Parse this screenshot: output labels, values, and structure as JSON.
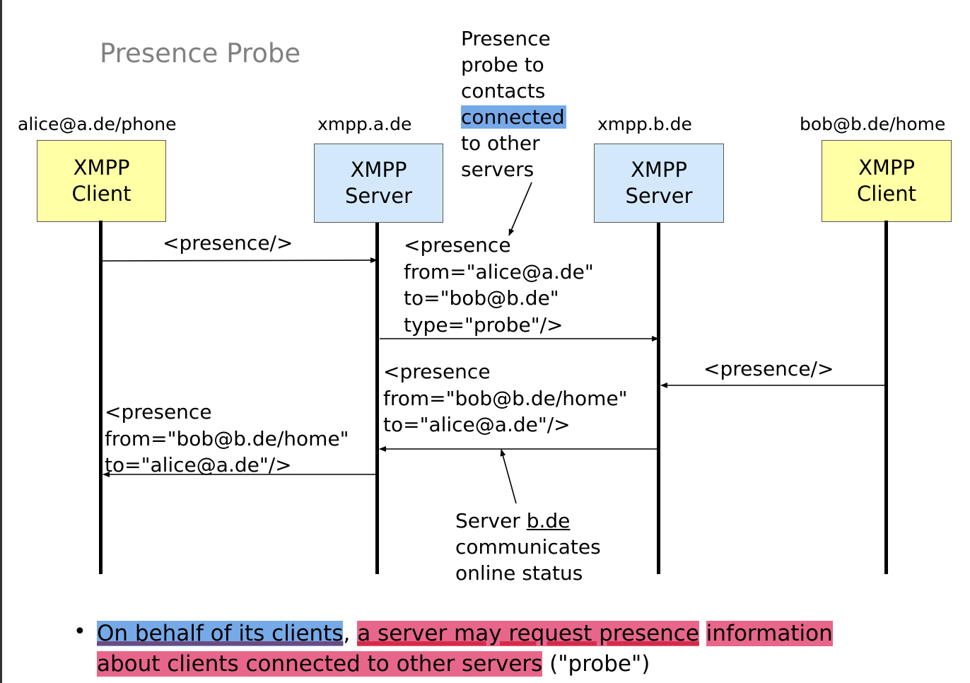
{
  "slide": {
    "title": "Presence Probe"
  },
  "entities": [
    {
      "label": "alice@a.de/phone",
      "box_line1": "XMPP",
      "box_line2": "Client",
      "kind": "client"
    },
    {
      "label": "xmpp.a.de",
      "box_line1": "XMPP",
      "box_line2": "Server",
      "kind": "server"
    },
    {
      "label": "xmpp.b.de",
      "box_line1": "XMPP",
      "box_line2": "Server",
      "kind": "server"
    },
    {
      "label": "bob@b.de/home",
      "box_line1": "XMPP",
      "box_line2": "Client",
      "kind": "client"
    }
  ],
  "messages": [
    {
      "from": "alice@a.de/phone",
      "to": "xmpp.a.de",
      "lines": [
        "<presence/>"
      ]
    },
    {
      "from": "xmpp.a.de",
      "to": "xmpp.b.de",
      "lines": [
        "<presence",
        "from=\"alice@a.de\"",
        "to=\"bob@b.de\"",
        "type=\"probe\"/>"
      ]
    },
    {
      "from": "bob@b.de/home",
      "to": "xmpp.b.de",
      "lines": [
        "<presence/>"
      ]
    },
    {
      "from": "xmpp.b.de",
      "to": "xmpp.a.de",
      "lines": [
        "<presence",
        "from=\"bob@b.de/home\"",
        "to=\"alice@a.de\"/>"
      ]
    },
    {
      "from": "xmpp.a.de",
      "to": "alice@a.de/phone",
      "lines": [
        "<presence",
        "from=\"bob@b.de/home\"",
        "to=\"alice@a.de\"/>"
      ]
    }
  ],
  "annotations": {
    "probe_note": {
      "lines": [
        "Presence",
        "probe to",
        "contacts"
      ],
      "highlighted": "connected",
      "lines_after": [
        "to other",
        "servers"
      ]
    },
    "status_note": {
      "line1_prefix": "Server ",
      "line1_link": "b.de",
      "lines": [
        "communicates",
        "online status"
      ]
    }
  },
  "bullet": {
    "marker": "•",
    "part_blue": "On behalf of its clients",
    "comma": ", ",
    "part_red_1": "a server may request presence",
    "part_red_2": "information about clients connected to other servers",
    "tail": " (\"probe\")"
  },
  "colors": {
    "client_fill": "#ffffa6",
    "server_fill": "#d3e9fb",
    "highlight_blue": "#76a9e8",
    "highlight_red": "#e8668a",
    "title_gray": "#808080"
  }
}
